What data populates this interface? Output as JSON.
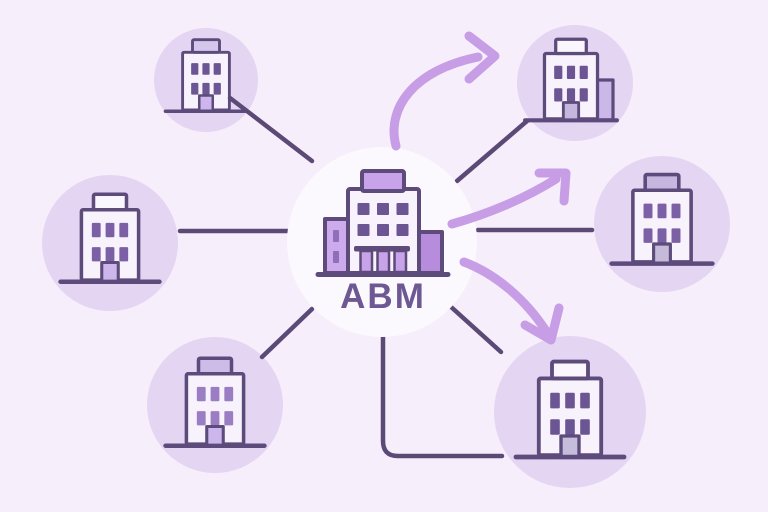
{
  "hub": {
    "label": "ABM",
    "icon": "office-building-icon"
  },
  "satellite_count": 6,
  "arrows": [
    "to-top-right",
    "to-right",
    "to-bottom-right"
  ],
  "palette": {
    "background": "#f6eefa",
    "satellite_circle": "#e4d5f3",
    "hub_circle": "#fcf9fe",
    "line": "#5c4a76",
    "outline": "#5d4b7b",
    "arrow": "#c79ee6",
    "label_text": "#6e5894"
  },
  "buildings": {
    "hub": {
      "body_fill": "#f7f2fb",
      "roof_fill": "#c9a3ea",
      "window_fill": "#6c5593",
      "annex_left_fill": "#cdaaec",
      "annex_right_fill": "#b88cdc",
      "column_fill": "#c9a3ea",
      "slit_fill": "#8f6fba"
    },
    "top_left": {
      "body_fill": "#f7f2fb",
      "roof_fill": "#d5c7ec",
      "window_fill": "#6c5593",
      "door_fill": "#cdb6ec"
    },
    "left": {
      "body_fill": "#f7f2fb",
      "roof_fill": "#faf6fd",
      "window_fill": "#7b60a5",
      "door_fill": "#cdb6ec"
    },
    "bottom_left": {
      "body_fill": "#f7f2fb",
      "roof_fill": "#cdbce8",
      "window_fill": "#9a7dc2",
      "door_fill": "#cdb6ec"
    },
    "top_right": {
      "body_fill": "#f7f2fb",
      "roof_fill": "#faf6fd",
      "window_fill": "#6c5593",
      "door_fill": "#c4b6dd",
      "annex_fill": "#c9b8e8"
    },
    "right": {
      "body_fill": "#f7f2fb",
      "roof_fill": "#c6b6e0",
      "window_fill": "#7b60a5",
      "door_fill": "#c6bada"
    },
    "bottom_right": {
      "body_fill": "#f7f2fb",
      "roof_fill": "#faf6fd",
      "window_fill": "#6c5593",
      "door_fill": "#c6bcdc"
    }
  }
}
